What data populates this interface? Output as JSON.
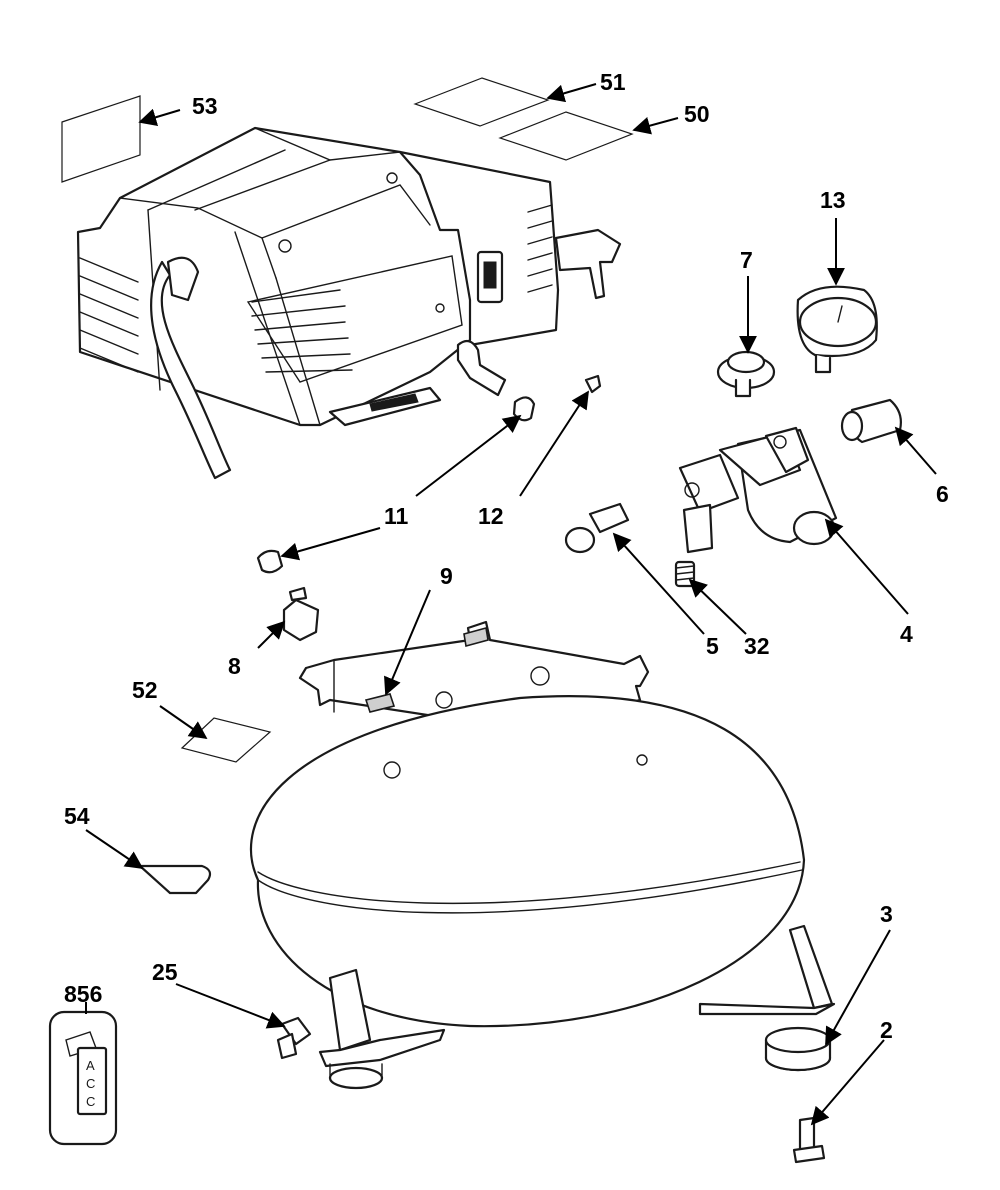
{
  "callouts": [
    "53",
    "51",
    "50",
    "13",
    "7",
    "6",
    "11",
    "12",
    "5",
    "32",
    "4",
    "9",
    "8",
    "52",
    "54",
    "3",
    "2",
    "25",
    "856"
  ],
  "label_856_letters": [
    "A",
    "C",
    "C"
  ],
  "colors": {
    "line": "#1a1a1a",
    "background": "#ffffff"
  }
}
